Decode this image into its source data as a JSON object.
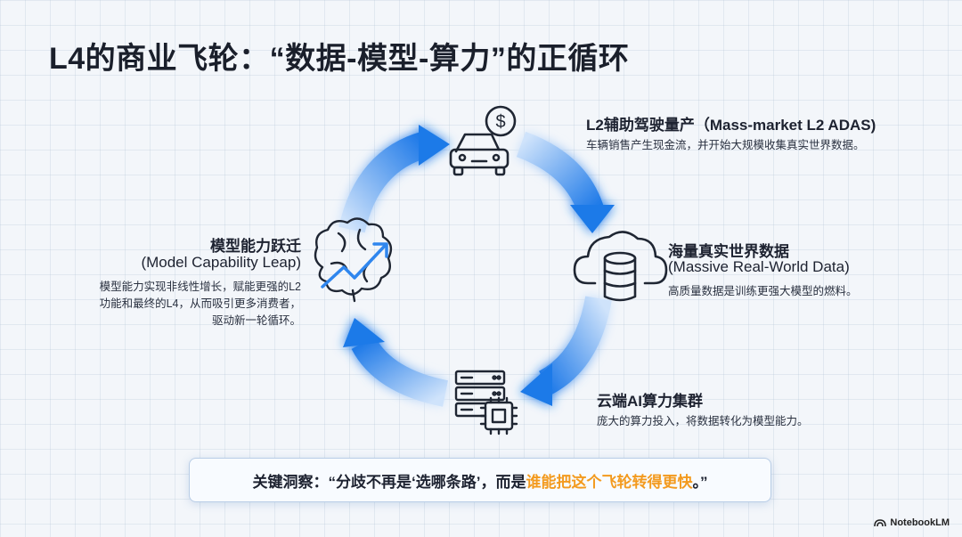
{
  "title": "L4的商业飞轮：“数据-模型-算力”的正循环",
  "nodes": {
    "l2": {
      "title": "L2辅助驾驶量产（Mass-market L2 ADAS)",
      "desc": "车辆销售产生现金流，并开始大规模收集真实世界数据。",
      "icon": "car-dollar-icon"
    },
    "data": {
      "title": "海量真实世界数据",
      "subtitle": "(Massive Real-World Data)",
      "desc": "高质量数据是训练更强大模型的燃料。",
      "icon": "cloud-database-icon"
    },
    "compute": {
      "title": "云端AI算力集群",
      "desc": "庞大的算力投入，将数据转化为模型能力。",
      "icon": "server-chip-icon"
    },
    "model": {
      "title": "模型能力跃迁",
      "subtitle": "(Model Capability Leap)",
      "desc_lines": [
        "模型能力实现非线性增长，赋能更强的L2",
        "功能和最终的L4，从而吸引更多消费者，",
        "驱动新一轮循环。"
      ],
      "icon": "brain-growth-icon"
    }
  },
  "insight": {
    "prefix": "关键洞察：“分歧不再是‘选哪条路’，而是",
    "highlight": "谁能把这个飞轮转得更快",
    "suffix": "。”",
    "highlight_color": "#f39a1e"
  },
  "brand": "NotebookLM",
  "colors": {
    "arrow": "#2f86ee",
    "icon": "#1f2633"
  }
}
